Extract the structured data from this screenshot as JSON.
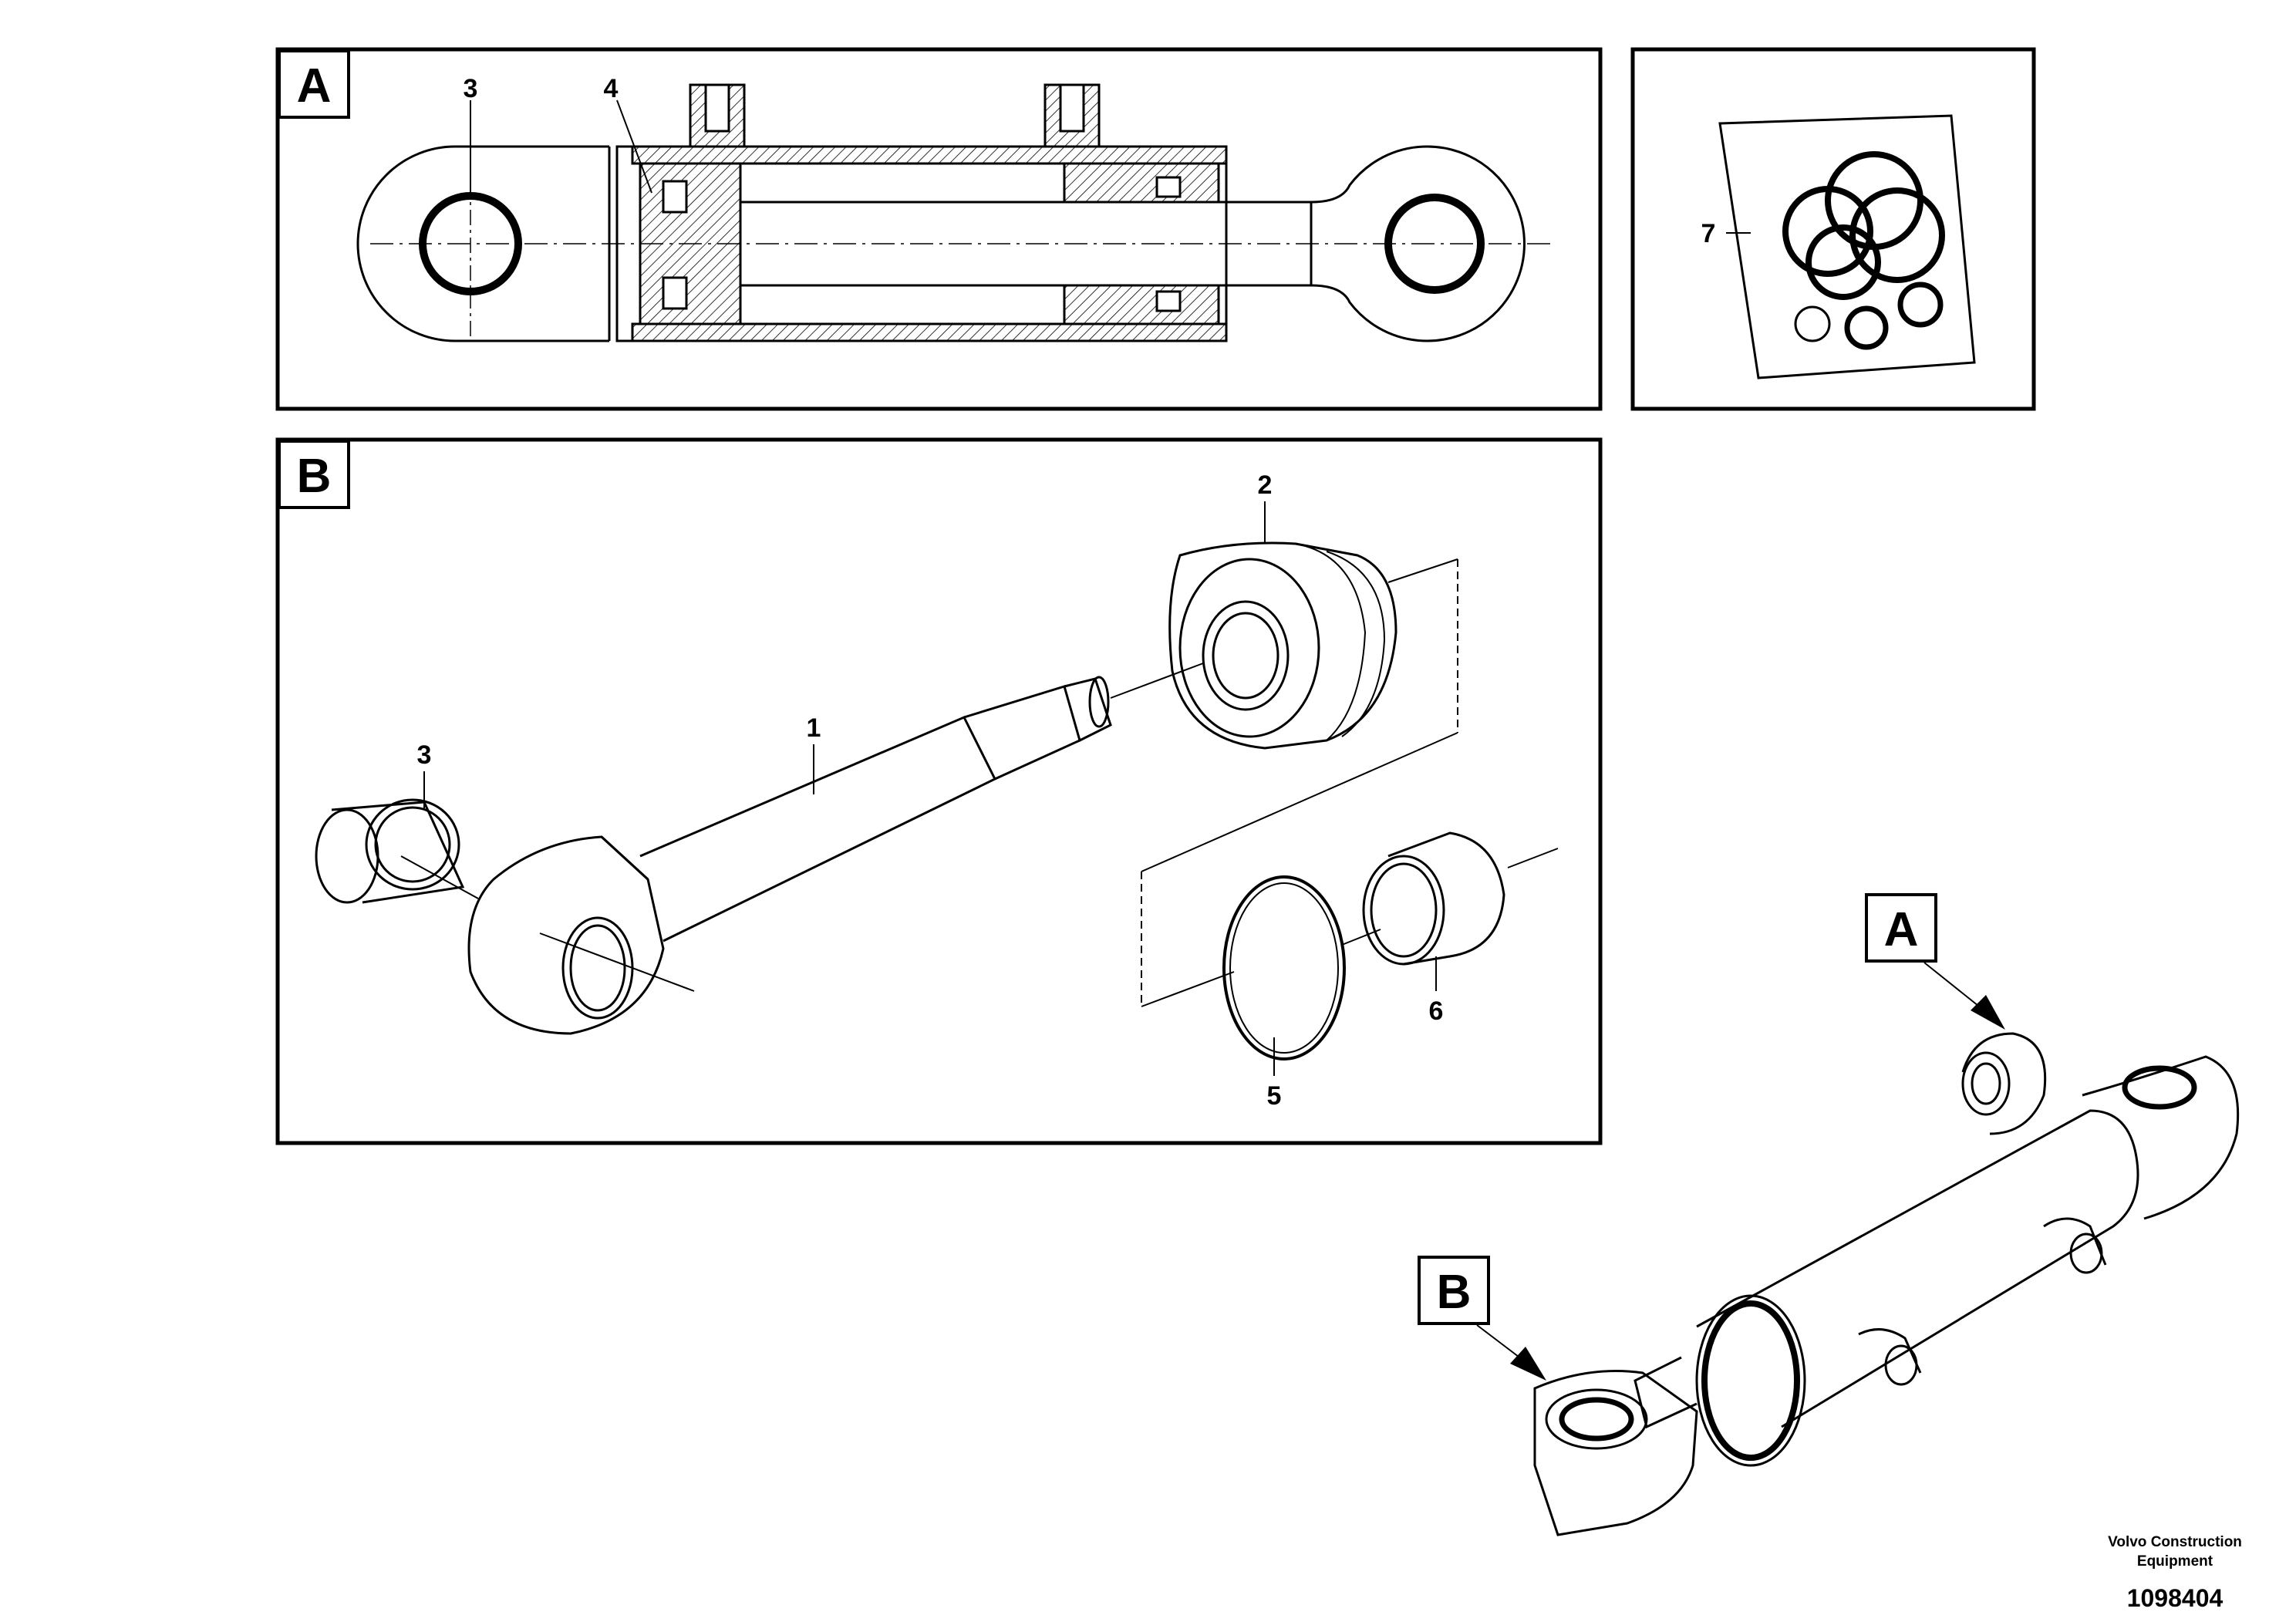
{
  "frames": {
    "a_letter": "A",
    "b_letter": "B"
  },
  "callouts": {
    "a_letter": "A",
    "b_letter": "B"
  },
  "parts": {
    "p1": "1",
    "p2": "2",
    "p3_top": "3",
    "p3_bottom": "3",
    "p4": "4",
    "p5": "5",
    "p6": "6",
    "p7": "7"
  },
  "footer": {
    "brand_line1": "Volvo Construction",
    "brand_line2": "Equipment",
    "drawing_number": "1098404"
  }
}
